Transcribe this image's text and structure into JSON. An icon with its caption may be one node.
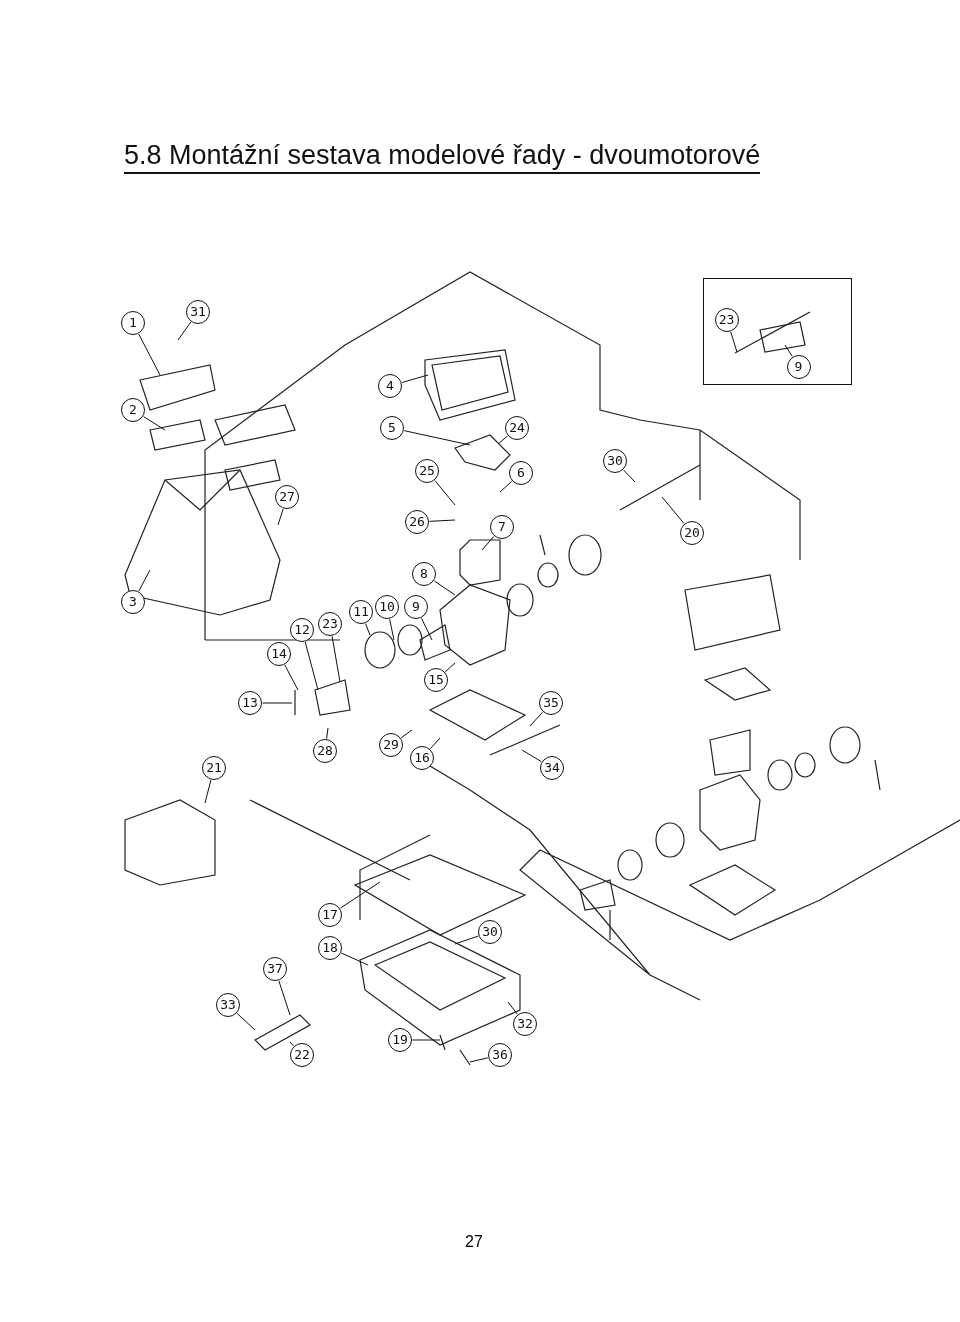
{
  "diagram": {
    "title": "5.8 Montážní sestava modelové řady - dvoumotorové",
    "nodes": [
      {
        "text": [],
        "shape": "box"
      },
      {
        "text": [
          "1"
        ]
      },
      {
        "text": [
          "31"
        ]
      },
      {
        "text": [
          "2"
        ]
      },
      {
        "text": [
          "27"
        ]
      },
      {
        "text": [
          "3"
        ]
      },
      {
        "text": [
          "4"
        ]
      },
      {
        "text": [
          "5"
        ]
      },
      {
        "text": [
          "24"
        ]
      },
      {
        "text": [
          "25"
        ]
      },
      {
        "text": [
          "6"
        ]
      },
      {
        "text": [
          "26"
        ]
      },
      {
        "text": [
          "7"
        ]
      },
      {
        "text": [
          "30"
        ]
      },
      {
        "text": [
          "20"
        ]
      },
      {
        "text": [
          "8"
        ]
      },
      {
        "text": [
          "9"
        ]
      },
      {
        "text": [
          "10"
        ]
      },
      {
        "text": [
          "11"
        ]
      },
      {
        "text": [
          "23"
        ]
      },
      {
        "text": [
          "12"
        ]
      },
      {
        "text": [
          "14"
        ]
      },
      {
        "text": [
          "13"
        ]
      },
      {
        "text": [
          "15"
        ]
      },
      {
        "text": [
          "35"
        ]
      },
      {
        "text": [
          "28"
        ]
      },
      {
        "text": [
          "29"
        ]
      },
      {
        "text": [
          "16"
        ]
      },
      {
        "text": [
          "34"
        ]
      },
      {
        "text": [
          "21"
        ]
      },
      {
        "text": [
          "17"
        ]
      },
      {
        "text": [
          "18"
        ]
      },
      {
        "text": [
          "30"
        ]
      },
      {
        "text": [
          "37"
        ]
      },
      {
        "text": [
          "33"
        ]
      },
      {
        "text": [
          "32"
        ]
      },
      {
        "text": [
          "22"
        ]
      },
      {
        "text": [
          "19"
        ]
      },
      {
        "text": [
          "36"
        ]
      },
      {
        "text": [
          "23"
        ],
        "in": 0
      },
      {
        "text": [
          "9"
        ],
        "in": 0
      }
    ],
    "edges": [
      {
        "from": 1,
        "to": null,
        "arrow": "none"
      },
      {
        "from": 2,
        "to": null,
        "arrow": "none"
      },
      {
        "from": 3,
        "to": null,
        "arrow": "none"
      },
      {
        "from": 4,
        "to": null,
        "arrow": "none"
      },
      {
        "from": 5,
        "to": null,
        "arrow": "none"
      },
      {
        "from": 6,
        "to": null,
        "arrow": "none"
      },
      {
        "from": 7,
        "to": null,
        "arrow": "none"
      },
      {
        "from": 8,
        "to": null,
        "arrow": "none"
      },
      {
        "from": 9,
        "to": null,
        "arrow": "none"
      },
      {
        "from": 10,
        "to": null,
        "arrow": "none"
      },
      {
        "from": 11,
        "to": null,
        "arrow": "none"
      },
      {
        "from": 12,
        "to": null,
        "arrow": "none"
      },
      {
        "from": 13,
        "to": null,
        "arrow": "none"
      },
      {
        "from": 14,
        "to": null,
        "arrow": "none"
      },
      {
        "from": 15,
        "to": null,
        "arrow": "none"
      },
      {
        "from": 16,
        "to": null,
        "arrow": "none"
      },
      {
        "from": 17,
        "to": null,
        "arrow": "none"
      },
      {
        "from": 18,
        "to": null,
        "arrow": "none"
      },
      {
        "from": 19,
        "to": null,
        "arrow": "none"
      },
      {
        "from": 20,
        "to": null,
        "arrow": "none"
      },
      {
        "from": 21,
        "to": null,
        "arrow": "none"
      },
      {
        "from": 22,
        "to": null,
        "arrow": "none"
      },
      {
        "from": 23,
        "to": null,
        "arrow": "none"
      },
      {
        "from": 24,
        "to": null,
        "arrow": "none"
      },
      {
        "from": 25,
        "to": null,
        "arrow": "none"
      },
      {
        "from": 26,
        "to": null,
        "arrow": "none"
      },
      {
        "from": 27,
        "to": null,
        "arrow": "none"
      },
      {
        "from": 28,
        "to": null,
        "arrow": "none"
      },
      {
        "from": 29,
        "to": null,
        "arrow": "none"
      },
      {
        "from": 30,
        "to": null,
        "arrow": "none"
      },
      {
        "from": 31,
        "to": null,
        "arrow": "none"
      },
      {
        "from": 32,
        "to": null,
        "arrow": "none"
      },
      {
        "from": 33,
        "to": null,
        "arrow": "none"
      },
      {
        "from": 34,
        "to": null,
        "arrow": "none"
      },
      {
        "from": 35,
        "to": null,
        "arrow": "none"
      },
      {
        "from": 36,
        "to": null,
        "arrow": "none"
      },
      {
        "from": 37,
        "to": null,
        "arrow": "none"
      },
      {
        "from": 38,
        "to": null,
        "arrow": "none"
      },
      {
        "from": 39,
        "to": null,
        "arrow": "none"
      },
      {
        "from": 40,
        "to": null,
        "arrow": "none"
      }
    ],
    "labels": [
      "27"
    ]
  }
}
